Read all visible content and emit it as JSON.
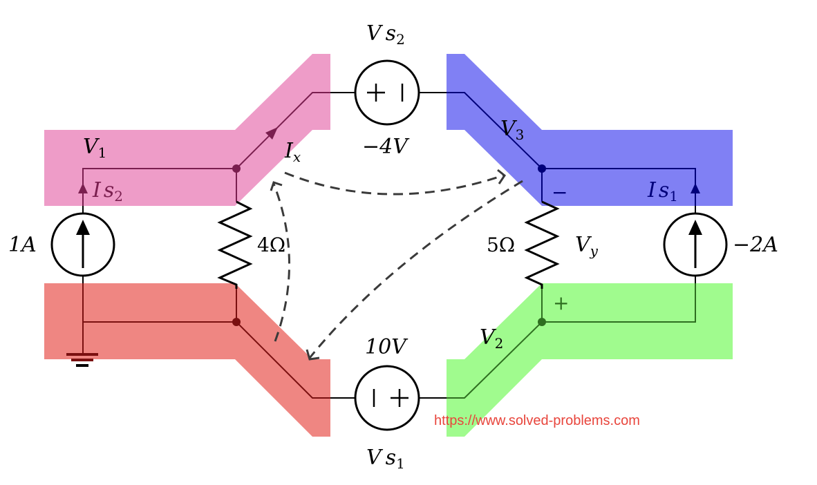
{
  "nodes": {
    "v1": {
      "label": "V",
      "sub": "1",
      "color": "#ee9cc8",
      "wire": "#7a1f4f"
    },
    "v3": {
      "label": "V",
      "sub": "3",
      "color": "#8080f4",
      "wire": "#00007a"
    },
    "ground": {
      "color": "#ef8682",
      "wire": "#7a1010"
    },
    "v2": {
      "label": "V",
      "sub": "2",
      "color": "#a0fb8e",
      "wire": "#2e6e20"
    }
  },
  "sources": {
    "is2": {
      "name": "I",
      "s": "s",
      "sub": "2",
      "value": "1A"
    },
    "is1": {
      "name": "I",
      "s": "s",
      "sub": "1",
      "value": "−2A"
    },
    "vs2": {
      "name": "V",
      "s": "s",
      "sub": "2",
      "value": "−4V",
      "plus": "+",
      "minus": "|"
    },
    "vs1": {
      "name": "V",
      "s": "s",
      "sub": "1",
      "value": "10V",
      "plus": "+",
      "minus": "|"
    }
  },
  "resistors": {
    "r4": {
      "value": "4Ω"
    },
    "r5": {
      "value": "5Ω",
      "voltage_label": "V",
      "voltage_sub": "y",
      "minus": "−",
      "plus": "+"
    }
  },
  "currents": {
    "ix": {
      "label": "I",
      "sub": "x"
    }
  },
  "watermark": "https://www.solved-problems.com"
}
